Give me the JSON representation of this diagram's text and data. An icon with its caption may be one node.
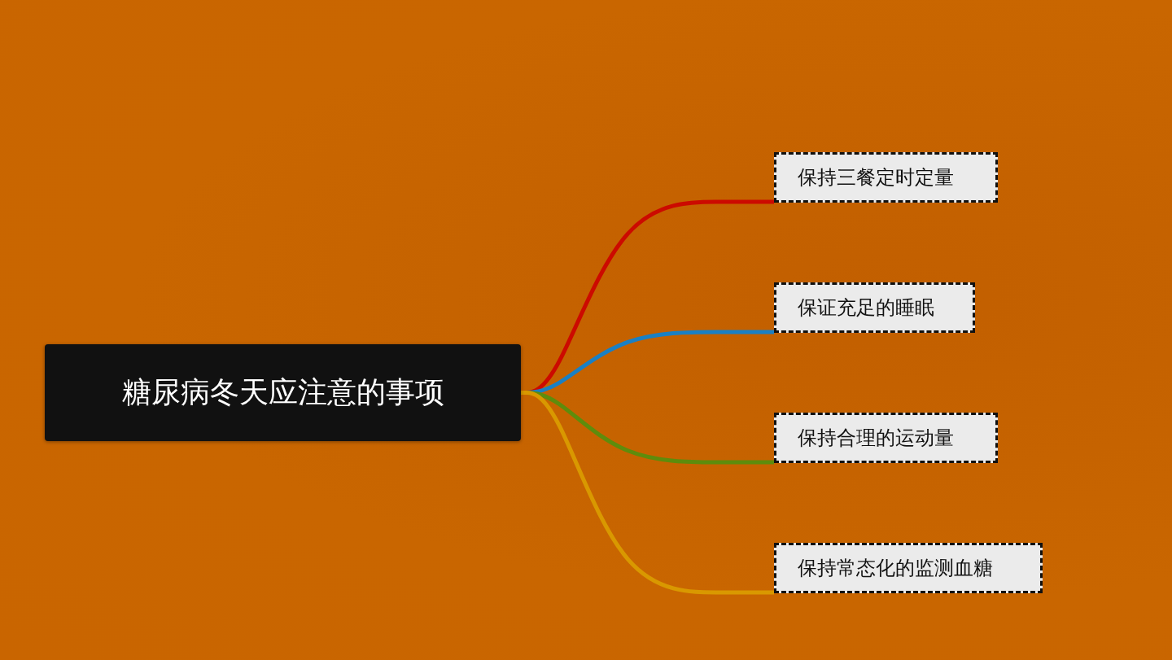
{
  "diagram": {
    "nodes": [
      {
        "text": [
          "糖尿病冬天应注意的事项"
        ]
      },
      {
        "text": [
          "保持三餐定时定量"
        ]
      },
      {
        "text": [
          "保证充足的睡眠"
        ]
      },
      {
        "text": [
          "保持合理的运动量"
        ]
      },
      {
        "text": [
          "保持常态化的监测血糖"
        ]
      }
    ],
    "edges": [
      {
        "from": 0,
        "to": 1,
        "arrow": "none",
        "color": "#cc0a00"
      },
      {
        "from": 0,
        "to": 2,
        "arrow": "none",
        "color": "#1a80c4"
      },
      {
        "from": 0,
        "to": 3,
        "arrow": "none",
        "color": "#5e8c0c"
      },
      {
        "from": 0,
        "to": 4,
        "arrow": "none",
        "color": "#d99800"
      }
    ]
  }
}
